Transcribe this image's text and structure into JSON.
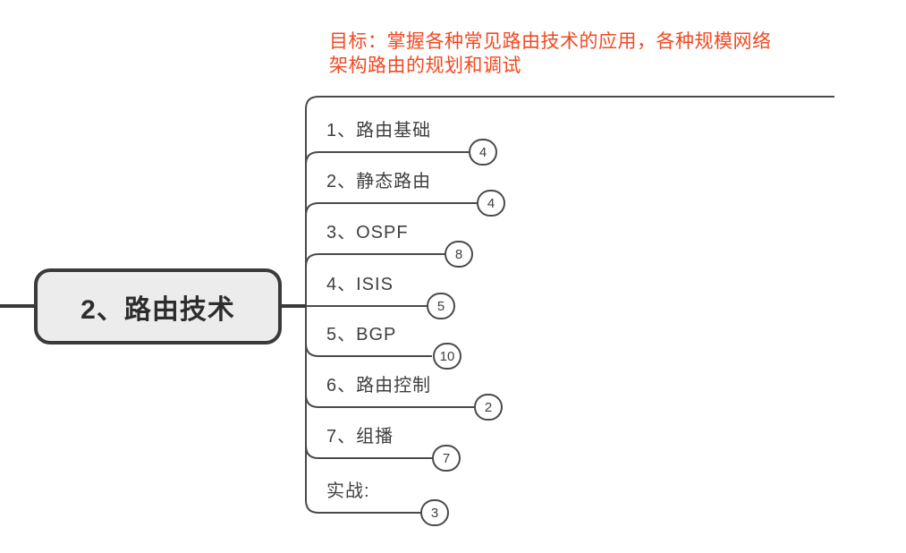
{
  "goal": {
    "lines": [
      "目标：掌握各种常见路由技术的应用，各种规模网络",
      "架构路由的规划和调试"
    ],
    "color": "#F04A23"
  },
  "root": {
    "label": "2、路由技术",
    "fill": "#ececec",
    "border_color": "#3a3a3a"
  },
  "branches": [
    {
      "label": "1、路由基础",
      "count": "4"
    },
    {
      "label": "2、静态路由",
      "count": "4"
    },
    {
      "label": "3、OSPF",
      "count": "8"
    },
    {
      "label": "4、ISIS",
      "count": "5"
    },
    {
      "label": "5、BGP",
      "count": "10"
    },
    {
      "label": "6、路由控制",
      "count": "2"
    },
    {
      "label": "7、组播",
      "count": "7"
    },
    {
      "label": "实战:",
      "count": "3"
    }
  ],
  "line_color": "#4a4a4a"
}
